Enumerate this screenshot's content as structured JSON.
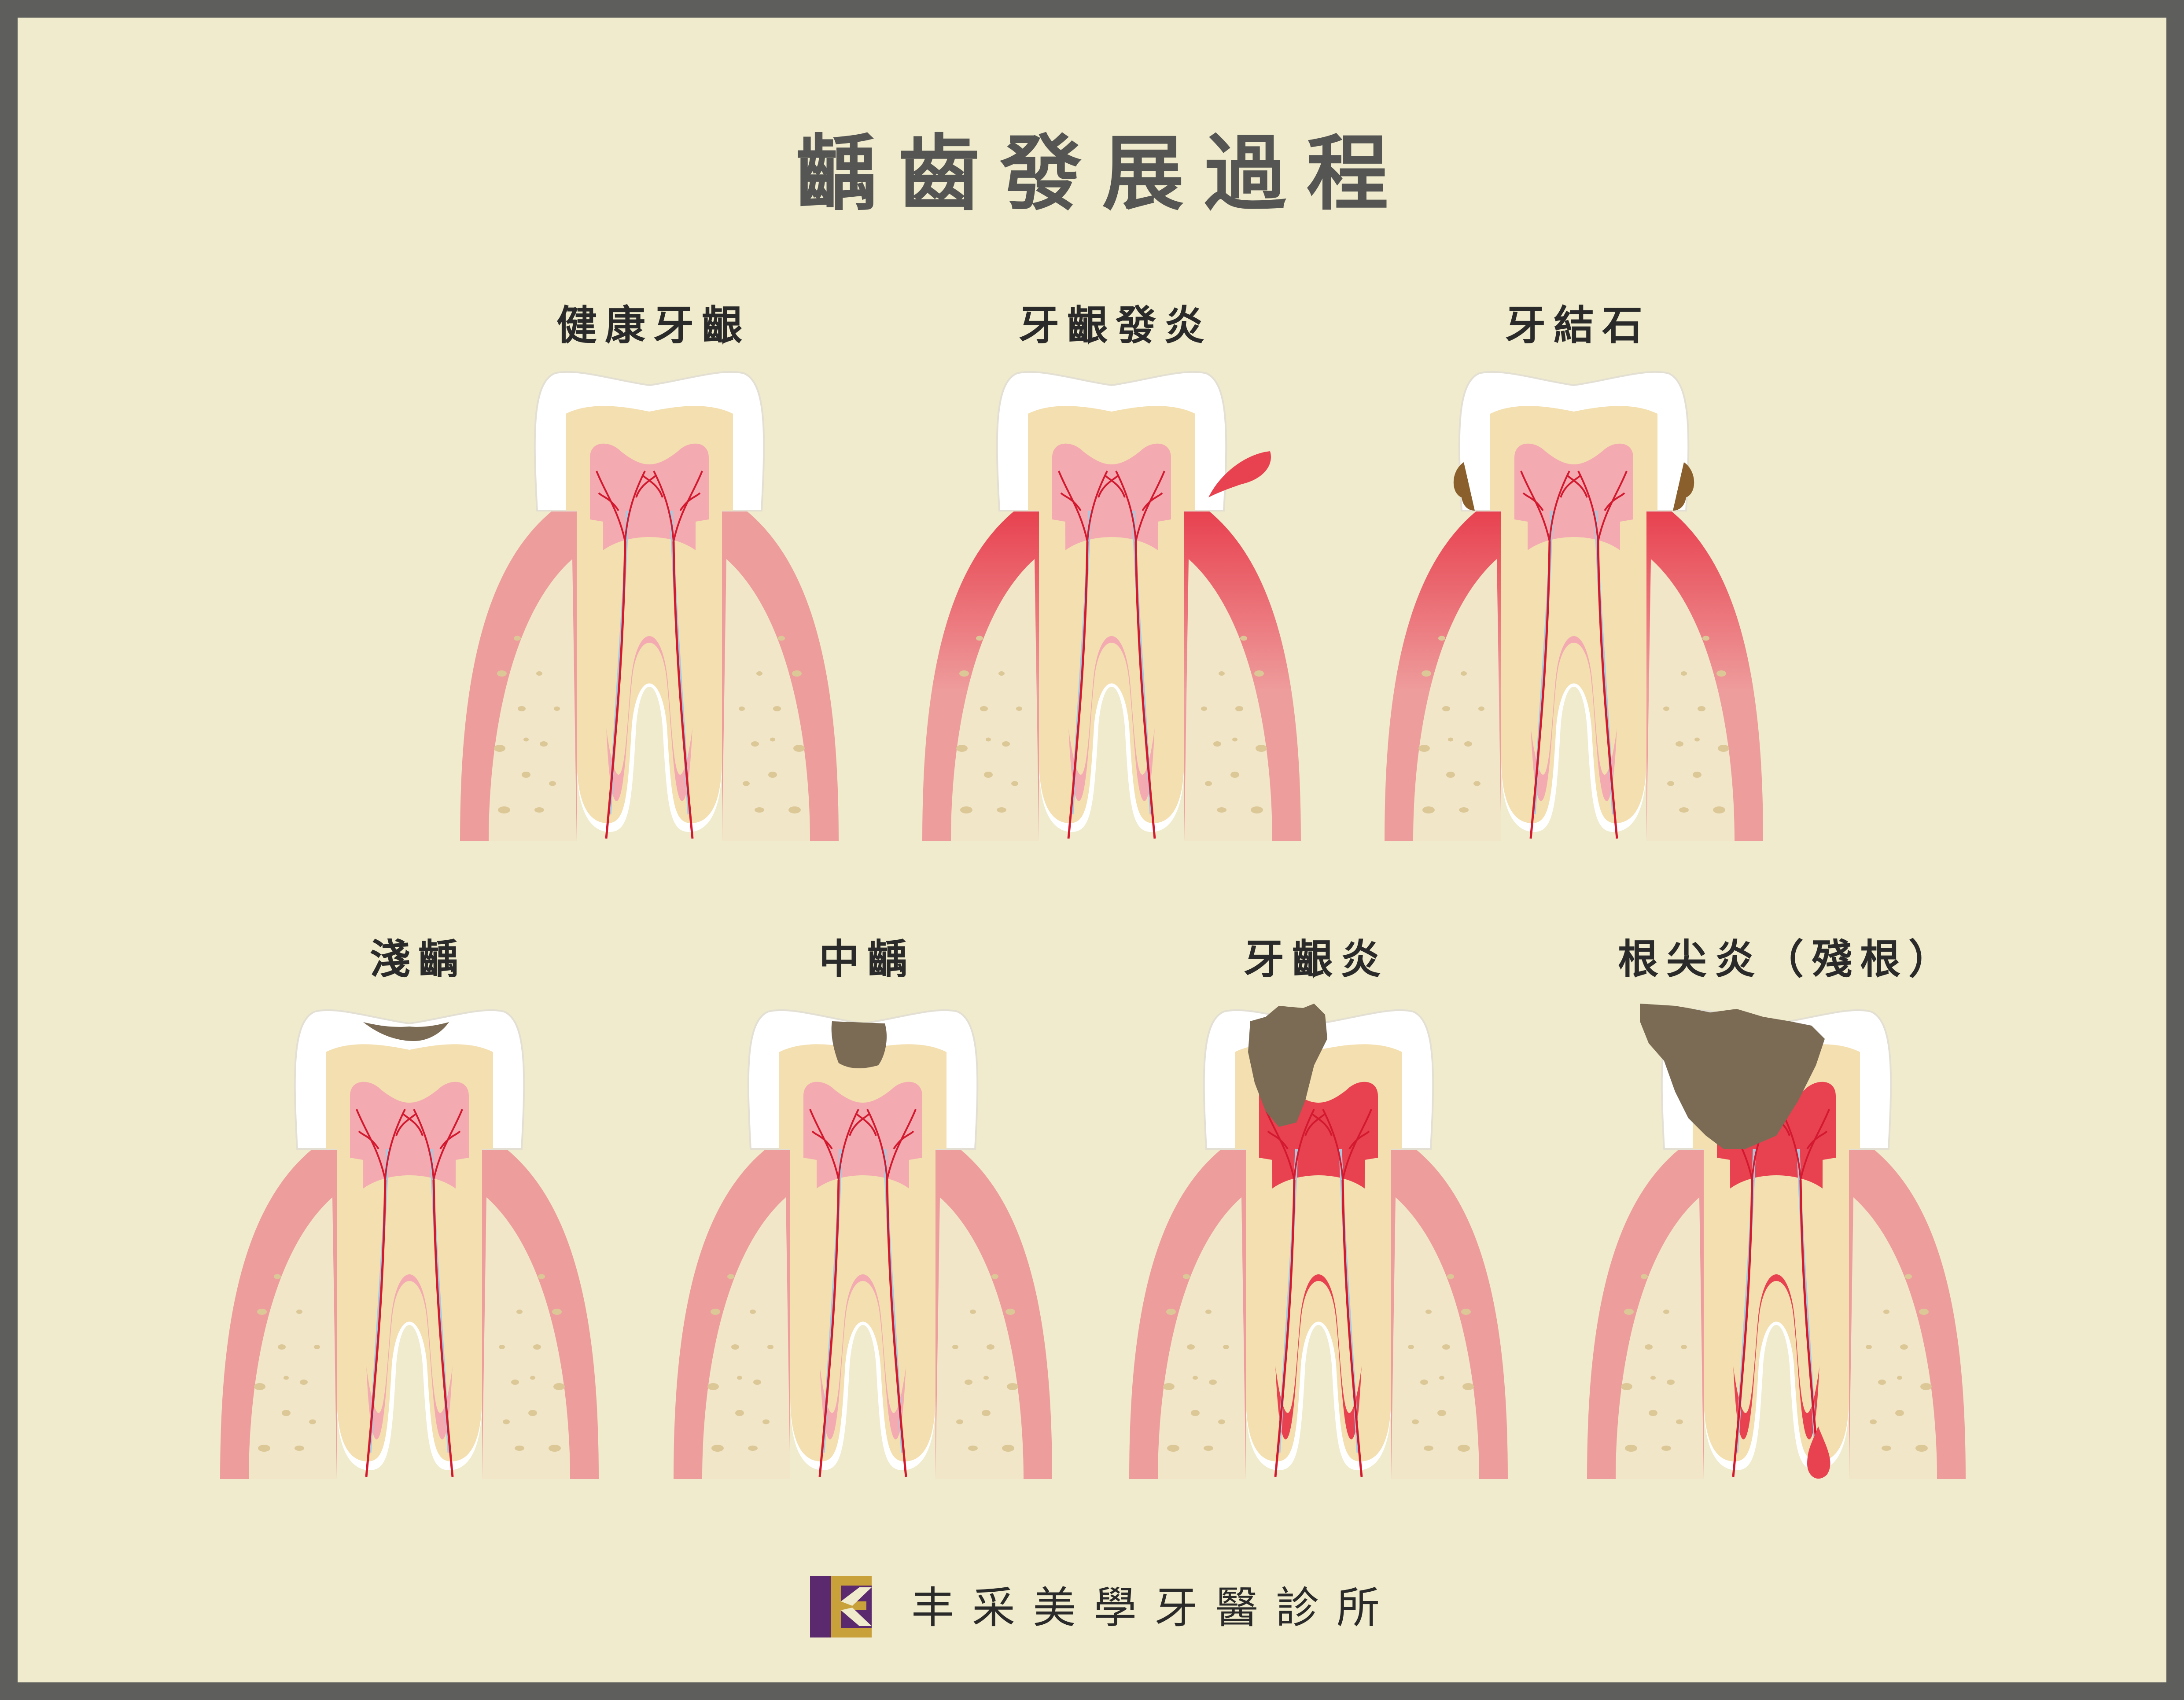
{
  "title": "齲齒發展過程",
  "stages": [
    {
      "label": "健康牙齦",
      "condition": "healthy"
    },
    {
      "label": "牙齦發炎",
      "condition": "gum-inflammation"
    },
    {
      "label": "牙結石",
      "condition": "tartar"
    },
    {
      "label": "淺齲",
      "condition": "shallow-caries"
    },
    {
      "label": "中齲",
      "condition": "moderate-caries"
    },
    {
      "label": "牙齦炎",
      "condition": "deep-caries"
    },
    {
      "label": "根尖炎（殘根）",
      "condition": "apical-periodontitis"
    }
  ],
  "footer": {
    "clinic_name": "丰采美學牙醫診所",
    "logo_icon": "clinic-logo-icon"
  },
  "colors": {
    "background": "#efebcc",
    "border": "#5e5e5c",
    "title": "#555553",
    "gum": "#ee9d9d",
    "gum_inflamed": "#e8414f",
    "bone": "#f1e6c8",
    "enamel": "#ffffff",
    "dentin": "#f3dfb0",
    "pulp": "#f3aab0",
    "nerve": "#d3192f",
    "caries": "#7b6b55",
    "tartar": "#8a5f2c",
    "logo_purple": "#5b2a6e",
    "logo_gold": "#c9a13a"
  }
}
